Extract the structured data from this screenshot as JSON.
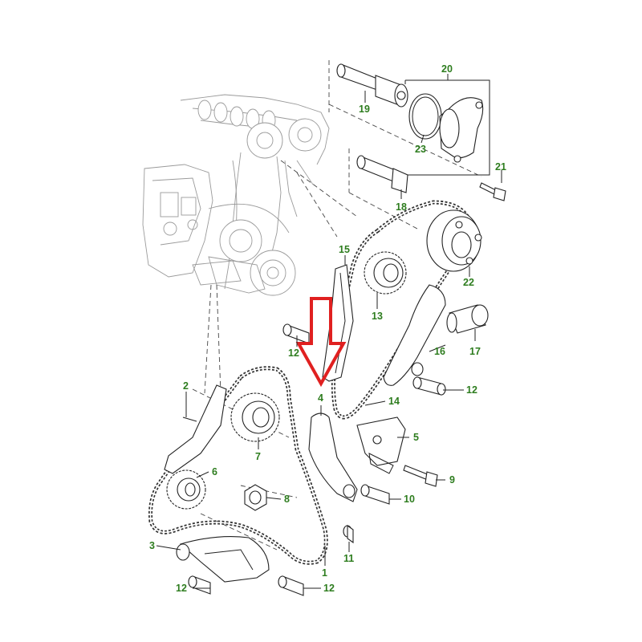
{
  "diagram": {
    "callouts": [
      {
        "id": "1",
        "text": "1"
      },
      {
        "id": "2",
        "text": "2"
      },
      {
        "id": "3",
        "text": "3"
      },
      {
        "id": "4",
        "text": "4"
      },
      {
        "id": "5",
        "text": "5"
      },
      {
        "id": "6",
        "text": "6"
      },
      {
        "id": "7",
        "text": "7"
      },
      {
        "id": "8",
        "text": "8"
      },
      {
        "id": "9",
        "text": "9"
      },
      {
        "id": "10",
        "text": "10"
      },
      {
        "id": "11",
        "text": "11"
      },
      {
        "id": "12a",
        "text": "12"
      },
      {
        "id": "12b",
        "text": "12"
      },
      {
        "id": "12c",
        "text": "12"
      },
      {
        "id": "12d",
        "text": "12"
      },
      {
        "id": "13",
        "text": "13"
      },
      {
        "id": "14",
        "text": "14"
      },
      {
        "id": "15",
        "text": "15"
      },
      {
        "id": "16",
        "text": "16"
      },
      {
        "id": "17",
        "text": "17"
      },
      {
        "id": "18",
        "text": "18"
      },
      {
        "id": "19",
        "text": "19"
      },
      {
        "id": "20",
        "text": "20"
      },
      {
        "id": "21",
        "text": "21"
      },
      {
        "id": "22",
        "text": "22"
      },
      {
        "id": "23",
        "text": "23"
      }
    ],
    "colors": {
      "callout_text": "#2e7d1f",
      "highlight_arrow": "#e02020",
      "line_art": "#222222",
      "ghost_engine": "#9a9a9a"
    }
  }
}
